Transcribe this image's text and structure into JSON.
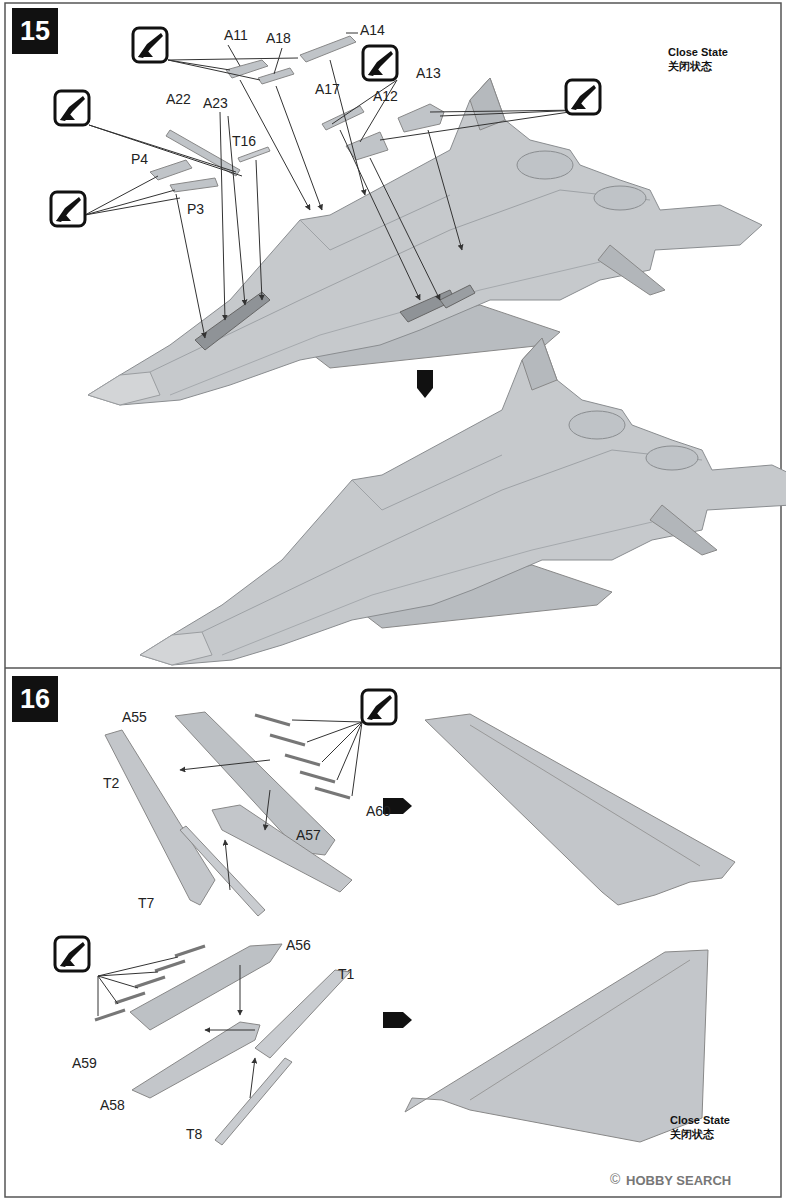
{
  "diagram": {
    "nodes": [
      {
        "text": [
          "15"
        ]
      },
      {
        "text": [
          "16"
        ]
      }
    ],
    "labels": [
      "A11",
      "A18",
      "A14",
      "Close State",
      "关闭状态",
      "A22",
      "A23",
      "A17",
      "A12",
      "A13",
      "T16",
      "P4",
      "P3",
      "A55",
      "T2",
      "A60",
      "T7",
      "A57",
      "A56",
      "T1",
      "A59",
      "A58",
      "T8",
      "Close State",
      "关闭状态",
      "©",
      "HOBBY SEARCH"
    ]
  }
}
